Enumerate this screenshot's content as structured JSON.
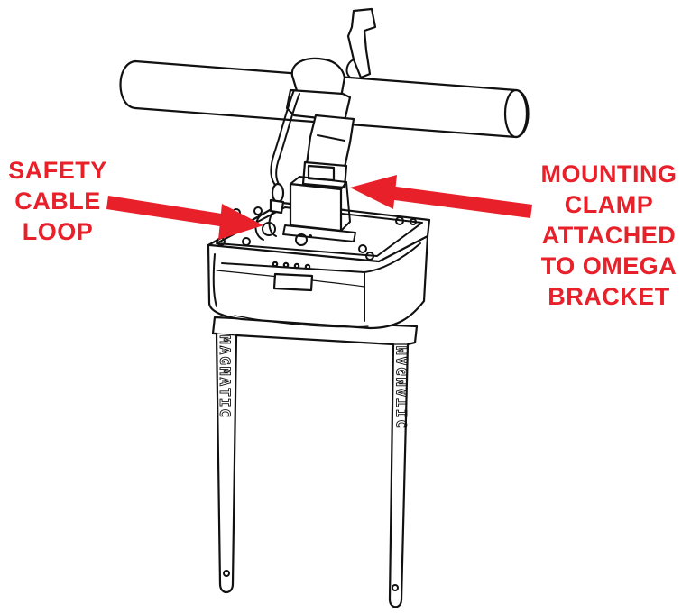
{
  "annotations": {
    "left": {
      "lines": [
        "SAFETY",
        "CABLE",
        "LOOP"
      ]
    },
    "right": {
      "lines": [
        "MOUNTING",
        "CLAMP",
        "ATTACHED",
        "TO OMEGA",
        "BRACKET"
      ]
    }
  },
  "bracket_engraving": "MAGMATIC",
  "colors": {
    "annotation": "#e8202a",
    "line_art": "#111111",
    "background": "#ffffff"
  }
}
